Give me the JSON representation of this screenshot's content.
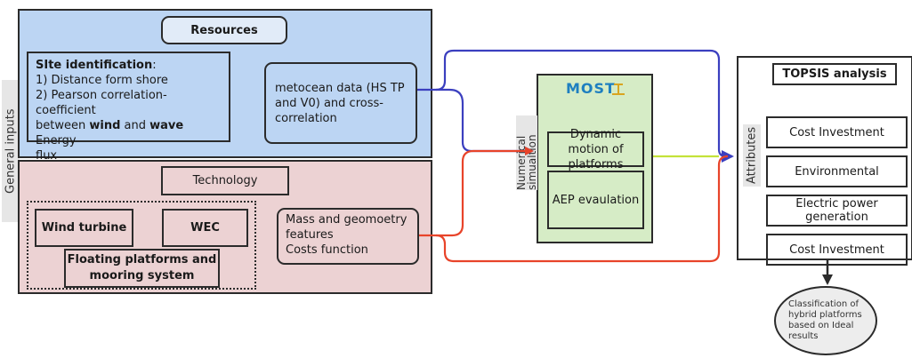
{
  "side_label": "General inputs",
  "resources": {
    "title": "Resources",
    "site_heading": "SIte identification",
    "site_colon": ":",
    "site_line1": "1) Distance form shore",
    "site_line2a": "2) Pearson correlation-coefficient",
    "site_line2b_pre": "between ",
    "site_wind": "wind",
    "site_and": " and ",
    "site_wave": "wave",
    "site_line2b_post": " Energy",
    "site_line2c": "flux",
    "metocean": "metocean data (HS TP and V0) and cross-correlation"
  },
  "technology": {
    "title": "Technology",
    "wind_turbine": "Wind turbine",
    "wec": "WEC",
    "floating": "Floating platforms and mooring system",
    "mass_line1": "Mass and geomoetry",
    "mass_line2": "features",
    "mass_line3": "Costs function"
  },
  "simulation": {
    "logo": "MOST",
    "label": "Numerical simualtion",
    "dynamic": "Dynamic motion of platforms",
    "aep": "AEP evaulation"
  },
  "topsis": {
    "title": "TOPSIS analysis",
    "attributes_label": "Attributes",
    "items": [
      "Cost Investment",
      "Environmental",
      "Electric power generation",
      "Cost Investment"
    ]
  },
  "classification": "Classification of hybrid platforms based on Ideal results",
  "colors": {
    "resources_bg": "#bcd5f3",
    "technology_bg": "#ecd2d3",
    "simulation_bg": "#d6ecc6",
    "blue_arrow": "#3b3fbf",
    "red_arrow": "#e8442a",
    "green_line": "#c4e23a"
  }
}
